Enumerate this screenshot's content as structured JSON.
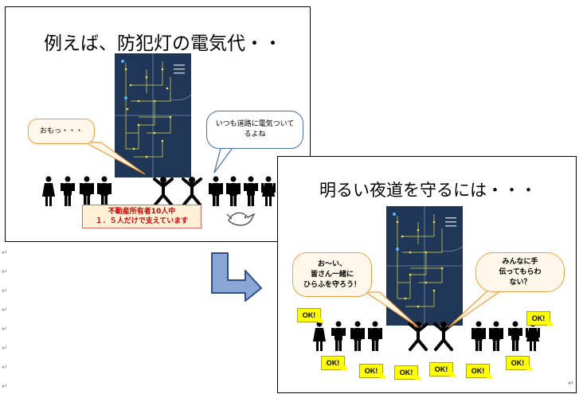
{
  "slide1": {
    "title": "例えば、防犯灯の電気代・・",
    "bubble_left": "おもっ・・・",
    "bubble_right": "いつも道路に電気ついて\nるよね",
    "notice": "不動産所有者10人中\n１．５人だけで支えています"
  },
  "slide2": {
    "title": "明るい夜道を守るには・・・",
    "bubble_left": "お～い、\n皆さん一緒に\nひらふを守ろう！",
    "bubble_right": "みんなに手\n伝ってもらわ\nない？",
    "ok_labels": [
      "OK!",
      "OK!",
      "OK!",
      "OK!",
      "OK!",
      "OK!",
      "OK!",
      "OK!"
    ]
  },
  "arrow_icon": "bent-arrow-icon",
  "paragraph_mark": "↵",
  "colors": {
    "map_bg": "#1f3656",
    "bubble_left_border": "#f0a040",
    "bubble_left_fill": "#fff7ea",
    "bubble_right_border": "#4a6fa5",
    "notice_border": "#e06666",
    "notice_text": "#cc0000",
    "ok_fill": "#ffff00",
    "arrow_fill": "#8aa6d6",
    "arrow_border": "#2e4e86"
  }
}
